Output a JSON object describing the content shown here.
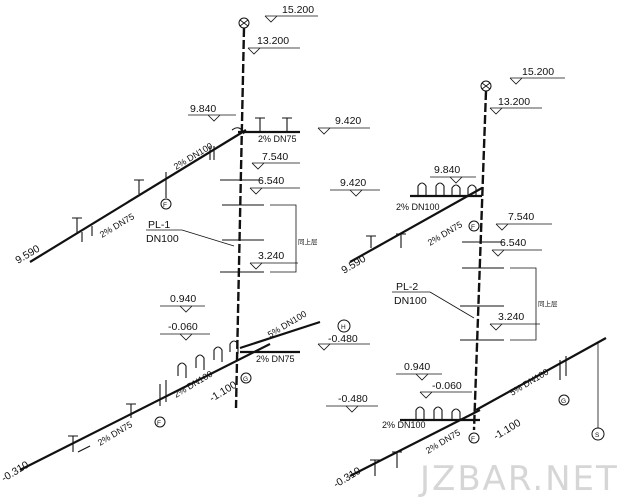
{
  "left_system": {
    "elevations": {
      "e15200": "15.200",
      "e13200": "13.200",
      "e9840": "9.840",
      "e9420": "9.420",
      "e7540": "7.540",
      "e6540": "6.540",
      "e3240": "3.240",
      "e0940": "0.940",
      "e_n0060": "-0.060",
      "e_n0480": "-0.480",
      "e_n1100": "-1.100",
      "e_n0310": "-0.310",
      "e9590": "9.590"
    },
    "slopes": {
      "top_main": "2% DN75",
      "top_branch": "2% DN100",
      "top_left": "2% DN75",
      "bottom_main": "2% DN75",
      "bottom_branch": "2% DN100",
      "bottom_left": "2% DN75",
      "bottom_right": "5% DN100"
    },
    "pipe_label": {
      "name": "PL-1",
      "size": "DN100"
    },
    "floor_note": "同上层",
    "markers": {
      "f1": "F",
      "f2": "F",
      "g": "G",
      "h": "H"
    }
  },
  "right_system": {
    "elevations": {
      "e15200": "15.200",
      "e13200": "13.200",
      "e9840": "9.840",
      "e9420": "9.420",
      "e7540": "7.540",
      "e6540": "6.540",
      "e3240": "3.240",
      "e0940": "0.940",
      "e_n0060": "-0.060",
      "e_n0480": "-0.480",
      "e_n1100": "-1.100",
      "e_n0310": "-0.310",
      "e9590": "9.590"
    },
    "slopes": {
      "top_main": "2% DN100",
      "top_branch": "2% DN75",
      "bottom_main": "2% DN100",
      "bottom_branch": "2% DN75",
      "bottom_right": "5% DN100"
    },
    "pipe_label": {
      "name": "PL-2",
      "size": "DN100"
    },
    "floor_note": "同上层",
    "markers": {
      "f1": "F",
      "f2": "F",
      "g": "G",
      "s": "S"
    }
  },
  "watermark": "JZBAR.NET"
}
